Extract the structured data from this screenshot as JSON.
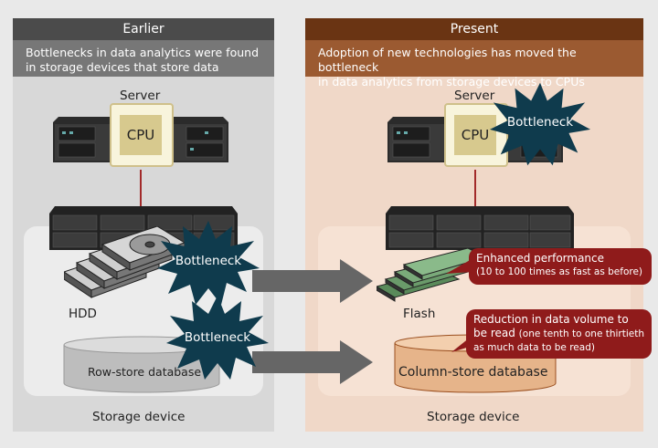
{
  "left": {
    "header": "Earlier",
    "description": [
      "Bottlenecks in data analytics were found",
      "in storage devices that store data"
    ],
    "server_label": "Server",
    "cpu_label": "CPU",
    "bottleneck_hdd": "Bottleneck",
    "bottleneck_db": "Bottleneck",
    "hdd_label": "HDD",
    "db_label": "Row-store database",
    "storage_label": "Storage device"
  },
  "right": {
    "header": "Present",
    "description": [
      "Adoption of new technologies has moved the bottleneck",
      "in data analytics from storage devices to CPUs"
    ],
    "server_label": "Server",
    "cpu_label": "CPU",
    "bottleneck_cpu": "Bottleneck",
    "flash_label": "Flash",
    "db_label": "Column-store database",
    "storage_label": "Storage device",
    "callout_performance": {
      "title": "Enhanced performance",
      "detail": "(10 to 100 times as fast as before)"
    },
    "callout_volume": {
      "title": "Reduction in data volume to",
      "title2": "be read",
      "detail_inline": "(one tenth to one thirtieth",
      "detail2": "as much data to be read)"
    }
  },
  "colors": {
    "left_header": "#4b4b4b",
    "right_header": "#6a3413",
    "bottleneck_star": "#0f3b4d",
    "callout": "#8f1b1b",
    "arrow": "#666666",
    "link_line": "#a22a2a"
  }
}
